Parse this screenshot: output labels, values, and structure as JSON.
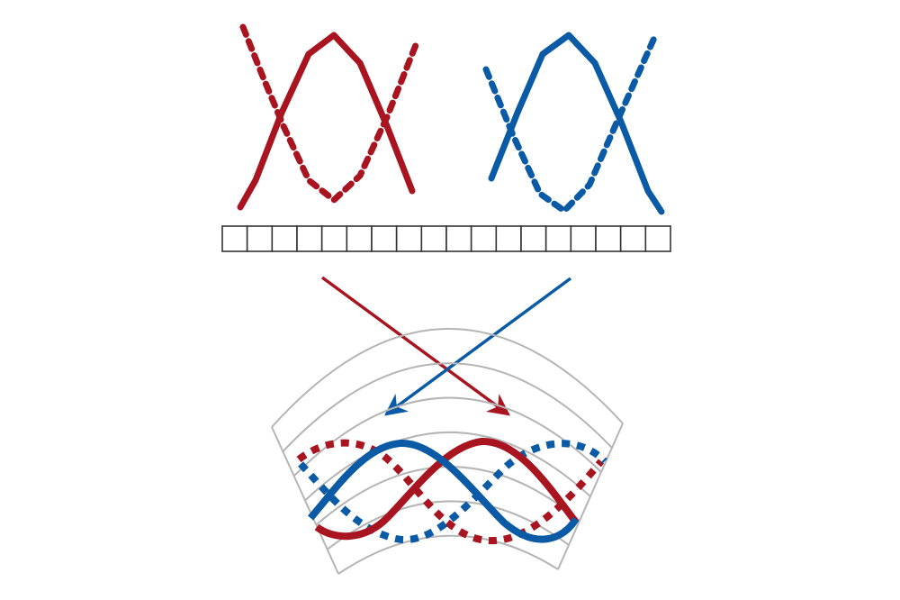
{
  "colors": {
    "red": "#a8141f",
    "blue": "#0a5aa5",
    "grid": "#b5b5b5",
    "cell_stroke": "#333333",
    "background": "#ffffff"
  },
  "strip": {
    "cells": 18
  },
  "surface": {
    "arcs": 7
  },
  "panels": {
    "left": {
      "color_key": "red",
      "solid": "peak",
      "dashed": "valley"
    },
    "right": {
      "color_key": "blue",
      "solid": "peak",
      "dashed": "valley"
    }
  },
  "arrows": [
    {
      "from": "left",
      "to": "right",
      "color_key": "red"
    },
    {
      "from": "right",
      "to": "left",
      "color_key": "blue"
    }
  ]
}
